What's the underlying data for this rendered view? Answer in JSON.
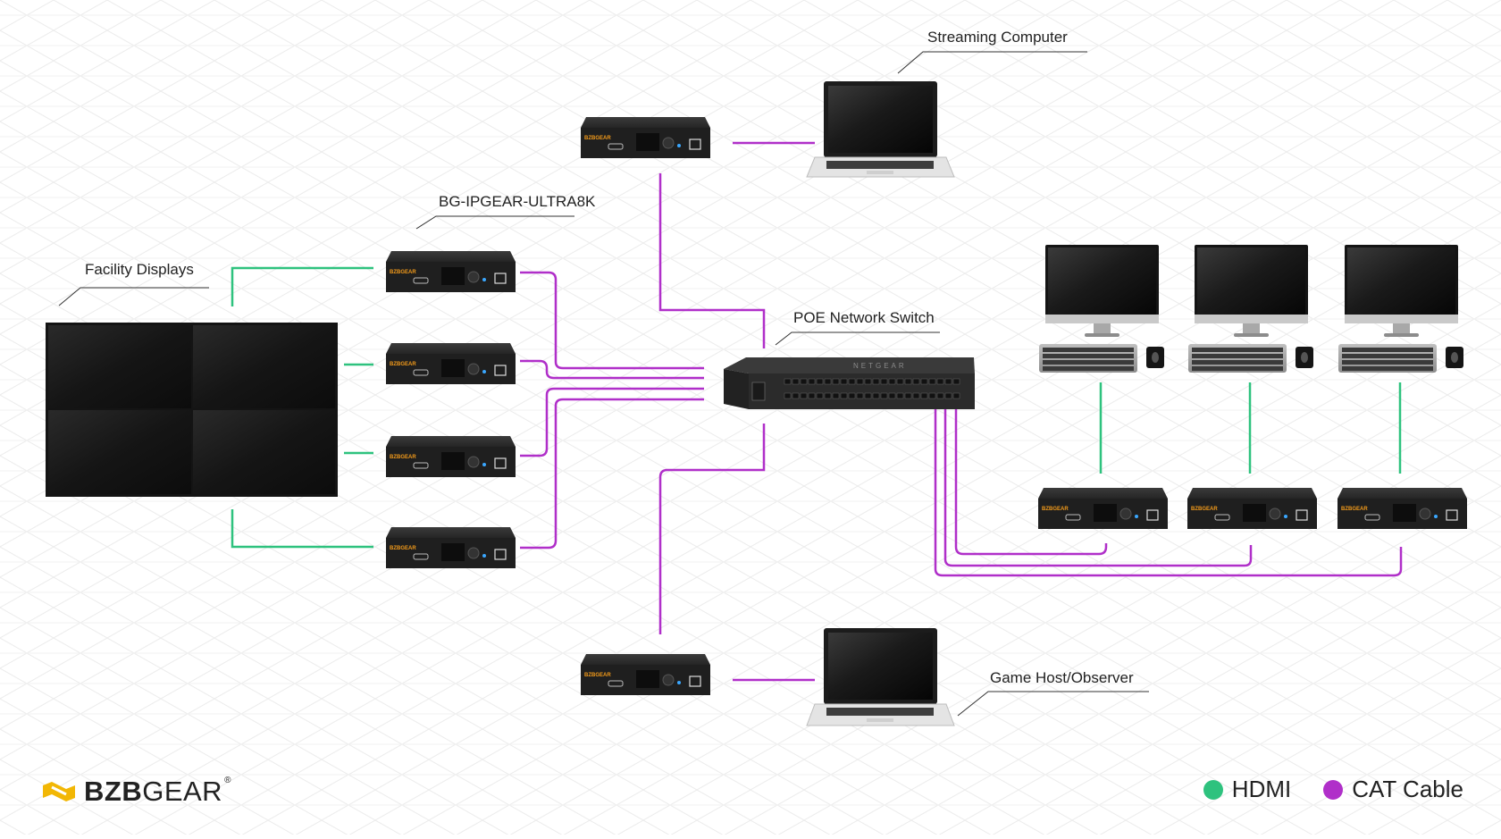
{
  "labels": {
    "streaming_computer": "Streaming Computer",
    "product": "BG-IPGEAR-ULTRA8K",
    "facility_displays": "Facility Displays",
    "switch": "POE Network Switch",
    "game_host": "Game Host/Observer"
  },
  "brand": {
    "name_bold": "BZB",
    "name_light": "GEAR",
    "reg": "®",
    "device_badge": "BZBGEAR"
  },
  "legend": {
    "hdmi_label": "HDMI",
    "cat_label": "CAT Cable",
    "hdmi_color": "#2ec27e",
    "cat_color": "#b02fc9"
  },
  "switch_brand": "NETGEAR"
}
